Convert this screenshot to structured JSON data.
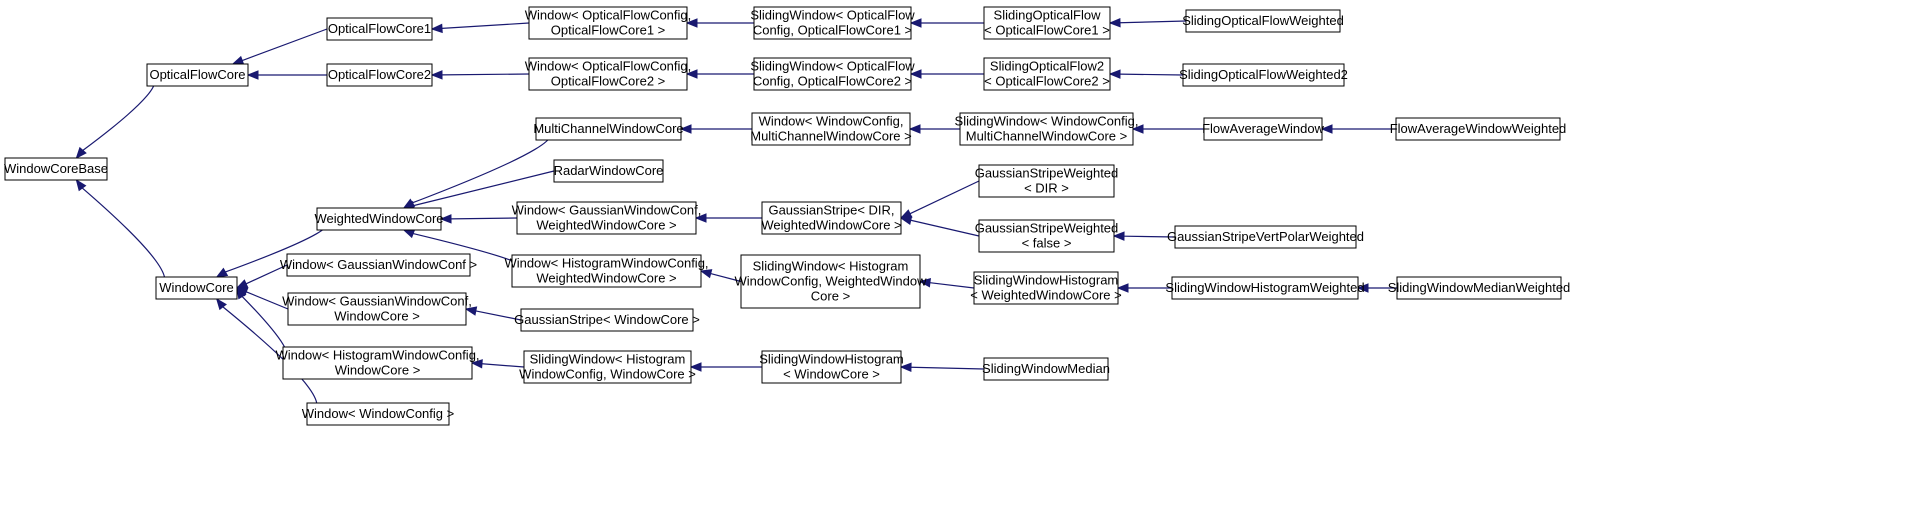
{
  "diagram": {
    "type": "class-inheritance-graph",
    "edge_color": "#191970",
    "node_border_color": "#000000",
    "node_fill_color": "#ffffff",
    "nodes": [
      {
        "id": "WindowCoreBase",
        "lines": [
          "WindowCoreBase"
        ]
      },
      {
        "id": "OpticalFlowCore",
        "lines": [
          "OpticalFlowCore"
        ]
      },
      {
        "id": "WindowCore",
        "lines": [
          "WindowCore"
        ]
      },
      {
        "id": "OpticalFlowCore1",
        "lines": [
          "OpticalFlowCore1"
        ]
      },
      {
        "id": "OpticalFlowCore2",
        "lines": [
          "OpticalFlowCore2"
        ]
      },
      {
        "id": "WOFC1",
        "lines": [
          "Window< OpticalFlowConfig,",
          "OpticalFlowCore1 >"
        ]
      },
      {
        "id": "WOFC2",
        "lines": [
          "Window< OpticalFlowConfig,",
          "OpticalFlowCore2 >"
        ]
      },
      {
        "id": "SWOFC1",
        "lines": [
          "SlidingWindow< OpticalFlow",
          "Config, OpticalFlowCore1 >"
        ]
      },
      {
        "id": "SWOFC2",
        "lines": [
          "SlidingWindow< OpticalFlow",
          "Config, OpticalFlowCore2 >"
        ]
      },
      {
        "id": "SOF1",
        "lines": [
          "SlidingOpticalFlow",
          "< OpticalFlowCore1 >"
        ]
      },
      {
        "id": "SOF2",
        "lines": [
          "SlidingOpticalFlow2",
          "< OpticalFlowCore2 >"
        ]
      },
      {
        "id": "SOFW",
        "lines": [
          "SlidingOpticalFlowWeighted"
        ]
      },
      {
        "id": "SOFW2",
        "lines": [
          "SlidingOpticalFlowWeighted2"
        ]
      },
      {
        "id": "WeightedWindowCore",
        "lines": [
          "WeightedWindowCore"
        ]
      },
      {
        "id": "MultiChannelWindowCore",
        "lines": [
          "MultiChannelWindowCore"
        ]
      },
      {
        "id": "RadarWindowCore",
        "lines": [
          "RadarWindowCore"
        ]
      },
      {
        "id": "WGWC_W",
        "lines": [
          "Window< GaussianWindowConf,",
          "WeightedWindowCore >"
        ]
      },
      {
        "id": "WHWC_W",
        "lines": [
          "Window< HistogramWindowConfig,",
          "WeightedWindowCore >"
        ]
      },
      {
        "id": "WGWC",
        "lines": [
          "Window< GaussianWindowConf >"
        ]
      },
      {
        "id": "WGWC_C",
        "lines": [
          "Window< GaussianWindowConf,",
          "WindowCore >"
        ]
      },
      {
        "id": "WHWC_C",
        "lines": [
          "Window< HistogramWindowConfig,",
          "WindowCore >"
        ]
      },
      {
        "id": "WWC",
        "lines": [
          "Window< WindowConfig >"
        ]
      },
      {
        "id": "WWC_MC",
        "lines": [
          "Window< WindowConfig,",
          "MultiChannelWindowCore >"
        ]
      },
      {
        "id": "SWWC_MC",
        "lines": [
          "SlidingWindow< WindowConfig,",
          "MultiChannelWindowCore >"
        ]
      },
      {
        "id": "FlowAverageWindow",
        "lines": [
          "FlowAverageWindow"
        ]
      },
      {
        "id": "FlowAverageWindowWeighted",
        "lines": [
          "FlowAverageWindowWeighted"
        ]
      },
      {
        "id": "GS_DIR",
        "lines": [
          "GaussianStripe< DIR,",
          "WeightedWindowCore >"
        ]
      },
      {
        "id": "GSW_DIR",
        "lines": [
          "GaussianStripeWeighted",
          "< DIR >"
        ]
      },
      {
        "id": "GSW_false",
        "lines": [
          "GaussianStripeWeighted",
          "< false >"
        ]
      },
      {
        "id": "GSVPW",
        "lines": [
          "GaussianStripeVertPolarWeighted"
        ]
      },
      {
        "id": "SWH_W",
        "lines": [
          "SlidingWindow< Histogram",
          "WindowConfig, WeightedWindow",
          "Core >"
        ]
      },
      {
        "id": "SWHist_W",
        "lines": [
          "SlidingWindowHistogram",
          "< WeightedWindowCore >"
        ]
      },
      {
        "id": "SWHW",
        "lines": [
          "SlidingWindowHistogramWeighted"
        ]
      },
      {
        "id": "SWMW",
        "lines": [
          "SlidingWindowMedianWeighted"
        ]
      },
      {
        "id": "GS_WC",
        "lines": [
          "GaussianStripe< WindowCore >"
        ]
      },
      {
        "id": "SWH_C",
        "lines": [
          "SlidingWindow< Histogram",
          "WindowConfig, WindowCore >"
        ]
      },
      {
        "id": "SWHist_C",
        "lines": [
          "SlidingWindowHistogram",
          "< WindowCore >"
        ]
      },
      {
        "id": "SWM",
        "lines": [
          "SlidingWindowMedian"
        ]
      }
    ],
    "edges": [
      {
        "from": "OpticalFlowCore",
        "to": "WindowCoreBase"
      },
      {
        "from": "WindowCore",
        "to": "WindowCoreBase"
      },
      {
        "from": "OpticalFlowCore1",
        "to": "OpticalFlowCore"
      },
      {
        "from": "OpticalFlowCore2",
        "to": "OpticalFlowCore"
      },
      {
        "from": "WOFC1",
        "to": "OpticalFlowCore1"
      },
      {
        "from": "WOFC2",
        "to": "OpticalFlowCore2"
      },
      {
        "from": "SWOFC1",
        "to": "WOFC1"
      },
      {
        "from": "SWOFC2",
        "to": "WOFC2"
      },
      {
        "from": "SOF1",
        "to": "SWOFC1"
      },
      {
        "from": "SOF2",
        "to": "SWOFC2"
      },
      {
        "from": "SOFW",
        "to": "SOF1"
      },
      {
        "from": "SOFW2",
        "to": "SOF2"
      },
      {
        "from": "WeightedWindowCore",
        "to": "WindowCore"
      },
      {
        "from": "WGWC",
        "to": "WindowCore"
      },
      {
        "from": "WGWC_C",
        "to": "WindowCore"
      },
      {
        "from": "WHWC_C",
        "to": "WindowCore"
      },
      {
        "from": "WWC",
        "to": "WindowCore"
      },
      {
        "from": "MultiChannelWindowCore",
        "to": "WeightedWindowCore"
      },
      {
        "from": "RadarWindowCore",
        "to": "WeightedWindowCore"
      },
      {
        "from": "WGWC_W",
        "to": "WeightedWindowCore"
      },
      {
        "from": "WHWC_W",
        "to": "WeightedWindowCore"
      },
      {
        "from": "WWC_MC",
        "to": "MultiChannelWindowCore"
      },
      {
        "from": "SWWC_MC",
        "to": "WWC_MC"
      },
      {
        "from": "FlowAverageWindow",
        "to": "SWWC_MC"
      },
      {
        "from": "FlowAverageWindowWeighted",
        "to": "FlowAverageWindow"
      },
      {
        "from": "GS_DIR",
        "to": "WGWC_W"
      },
      {
        "from": "GSW_DIR",
        "to": "GS_DIR"
      },
      {
        "from": "GSW_false",
        "to": "GS_DIR"
      },
      {
        "from": "GSVPW",
        "to": "GSW_false"
      },
      {
        "from": "SWH_W",
        "to": "WHWC_W"
      },
      {
        "from": "SWHist_W",
        "to": "SWH_W"
      },
      {
        "from": "SWHW",
        "to": "SWHist_W"
      },
      {
        "from": "SWMW",
        "to": "SWHW"
      },
      {
        "from": "GS_WC",
        "to": "WGWC_C"
      },
      {
        "from": "SWH_C",
        "to": "WHWC_C"
      },
      {
        "from": "SWHist_C",
        "to": "SWH_C"
      },
      {
        "from": "SWM",
        "to": "SWHist_C"
      }
    ]
  }
}
